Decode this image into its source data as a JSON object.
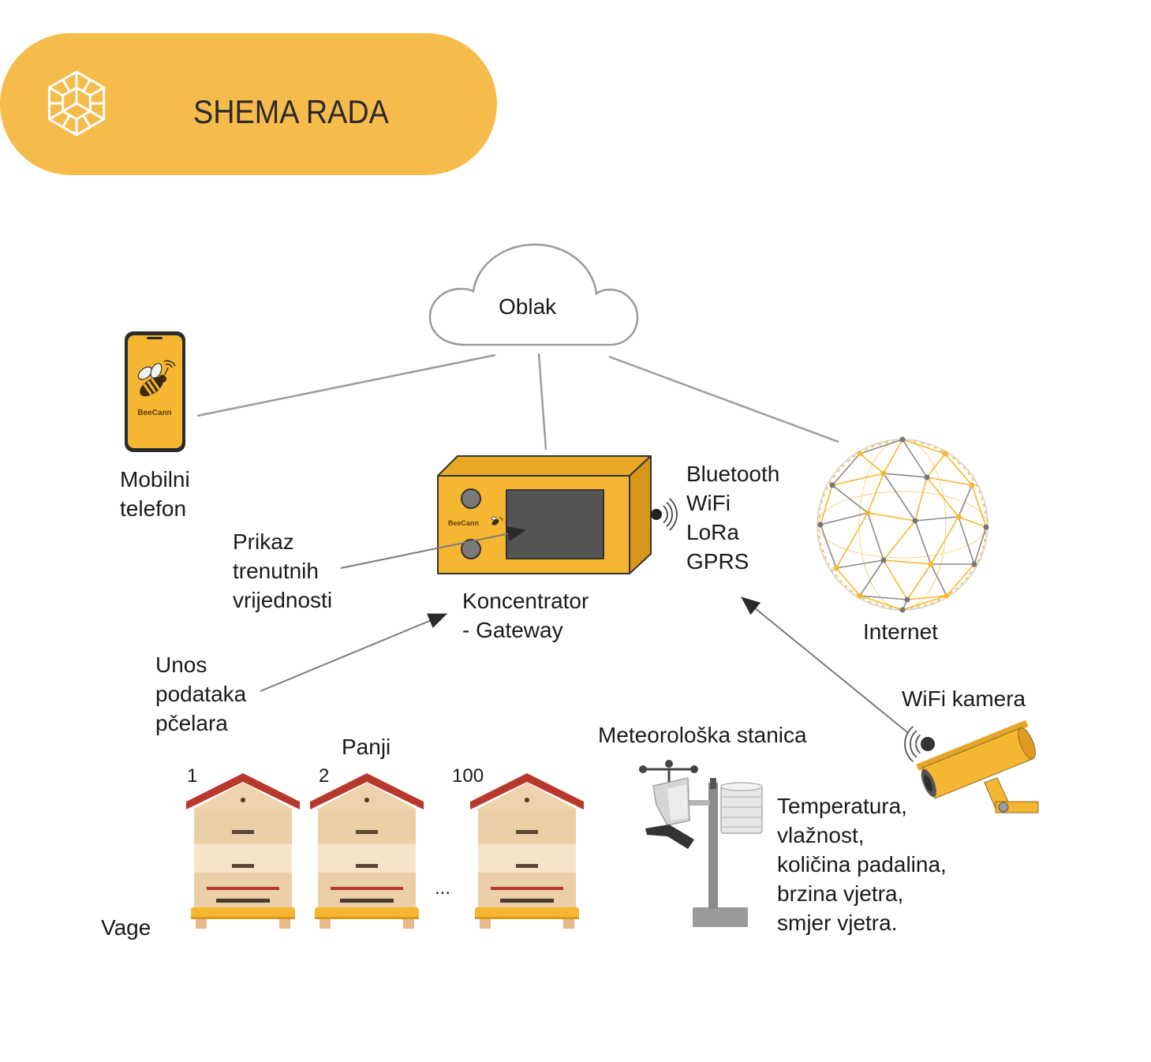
{
  "colors": {
    "accent": "#F6BC4B",
    "device": "#F5B731",
    "hive_roof": "#B8392C",
    "text": "#1a1a1a"
  },
  "header": {
    "title": "SHEMA RADA",
    "icon": "hexagon-cubes-icon"
  },
  "cloud": {
    "label": "Oblak",
    "icon": "cloud-icon"
  },
  "phone": {
    "label_lines": [
      "Mobilni",
      "telefon"
    ],
    "brand": "BeeCann"
  },
  "gateway": {
    "label_lines": [
      "Koncentrator",
      "- Gateway"
    ],
    "brand": "BeeCann",
    "connectivity": [
      "Bluetooth",
      "WiFi",
      "LoRa",
      "GPRS"
    ]
  },
  "display_note": {
    "lines": [
      "Prikaz",
      "trenutnih",
      "vrijednosti"
    ]
  },
  "input_note": {
    "lines": [
      "Unos",
      "podataka",
      "pčelara"
    ]
  },
  "internet": {
    "label": "Internet",
    "icon": "globe-network-icon"
  },
  "camera": {
    "label": "WiFi kamera",
    "icon": "wireless-signal-icon"
  },
  "weather_station": {
    "label": "Meteorološka stanica",
    "measurements": [
      "Temperatura,",
      "vlažnost,",
      "količina padalina,",
      "brzina vjetra,",
      "smjer vjetra."
    ]
  },
  "hives": {
    "label": "Panji",
    "numbers": [
      "1",
      "2",
      "100"
    ],
    "ellipsis": "..."
  },
  "scales": {
    "label": "Vage"
  }
}
